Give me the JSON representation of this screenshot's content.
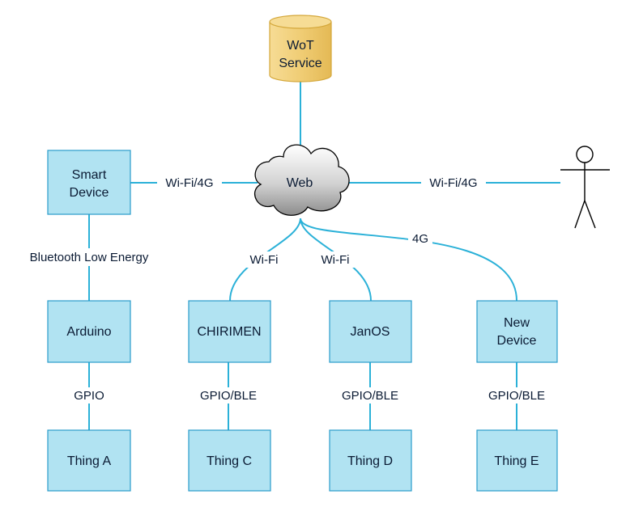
{
  "nodes": {
    "wot_service": {
      "line1": "WoT",
      "line2": "Service"
    },
    "web": "Web",
    "smart_device": {
      "line1": "Smart",
      "line2": "Device"
    },
    "arduino": "Arduino",
    "chirimen": "CHIRIMEN",
    "janos": "JanOS",
    "new_device": {
      "line1": "New",
      "line2": "Device"
    },
    "thing_a": "Thing A",
    "thing_c": "Thing C",
    "thing_d": "Thing D",
    "thing_e": "Thing E"
  },
  "edges": {
    "smart_device_web": "Wi-Fi/4G",
    "web_user": "Wi-Fi/4G",
    "smart_device_arduino": "Bluetooth Low Energy",
    "web_chirimen": "Wi-Fi",
    "web_janos": "Wi-Fi",
    "web_new_device": "4G",
    "arduino_thing_a": "GPIO",
    "chirimen_thing_c": "GPIO/BLE",
    "janos_thing_d": "GPIO/BLE",
    "new_device_thing_e": "GPIO/BLE"
  },
  "icons": {
    "user": "stick-figure-user-icon",
    "database": "database-cylinder-icon",
    "cloud": "cloud-icon"
  },
  "colors": {
    "box_fill": "#b1e3f2",
    "box_stroke": "#2a9ccb",
    "edge": "#2bb1d8",
    "db_fill": "#f0cd75",
    "db_stroke": "#d4a73a"
  }
}
